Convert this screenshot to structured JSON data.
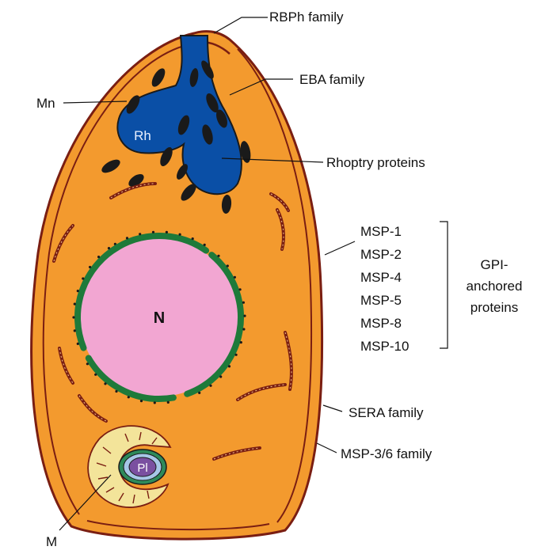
{
  "diagram": {
    "organelles": {
      "nucleus": "N",
      "rhoptry": "Rh",
      "plastid": "Pl"
    },
    "labels": {
      "micronemes": "Mn",
      "mitochondrion": "M",
      "rbph_family": "RBPh family",
      "eba_family": "EBA family",
      "rhoptry_proteins": "Rhoptry proteins",
      "sera_family": "SERA family",
      "msp36_family": "MSP-3/6 family"
    },
    "msp_list": [
      "MSP-1",
      "MSP-2",
      "MSP-4",
      "MSP-5",
      "MSP-8",
      "MSP-10"
    ],
    "gpi_group": [
      "GPI-",
      "anchored",
      "proteins"
    ]
  },
  "colors": {
    "cytoplasm": "#F39A2E",
    "membrane": "#7A1E12",
    "rhoptry": "#0A4FA6",
    "nucleus": "#F2A6D2",
    "nuclear_envelope": "#1E7A3A",
    "micronemes": "#1A1A1A",
    "mitochondrion": "#F3E49A",
    "plastid": "#7A4FA0"
  }
}
